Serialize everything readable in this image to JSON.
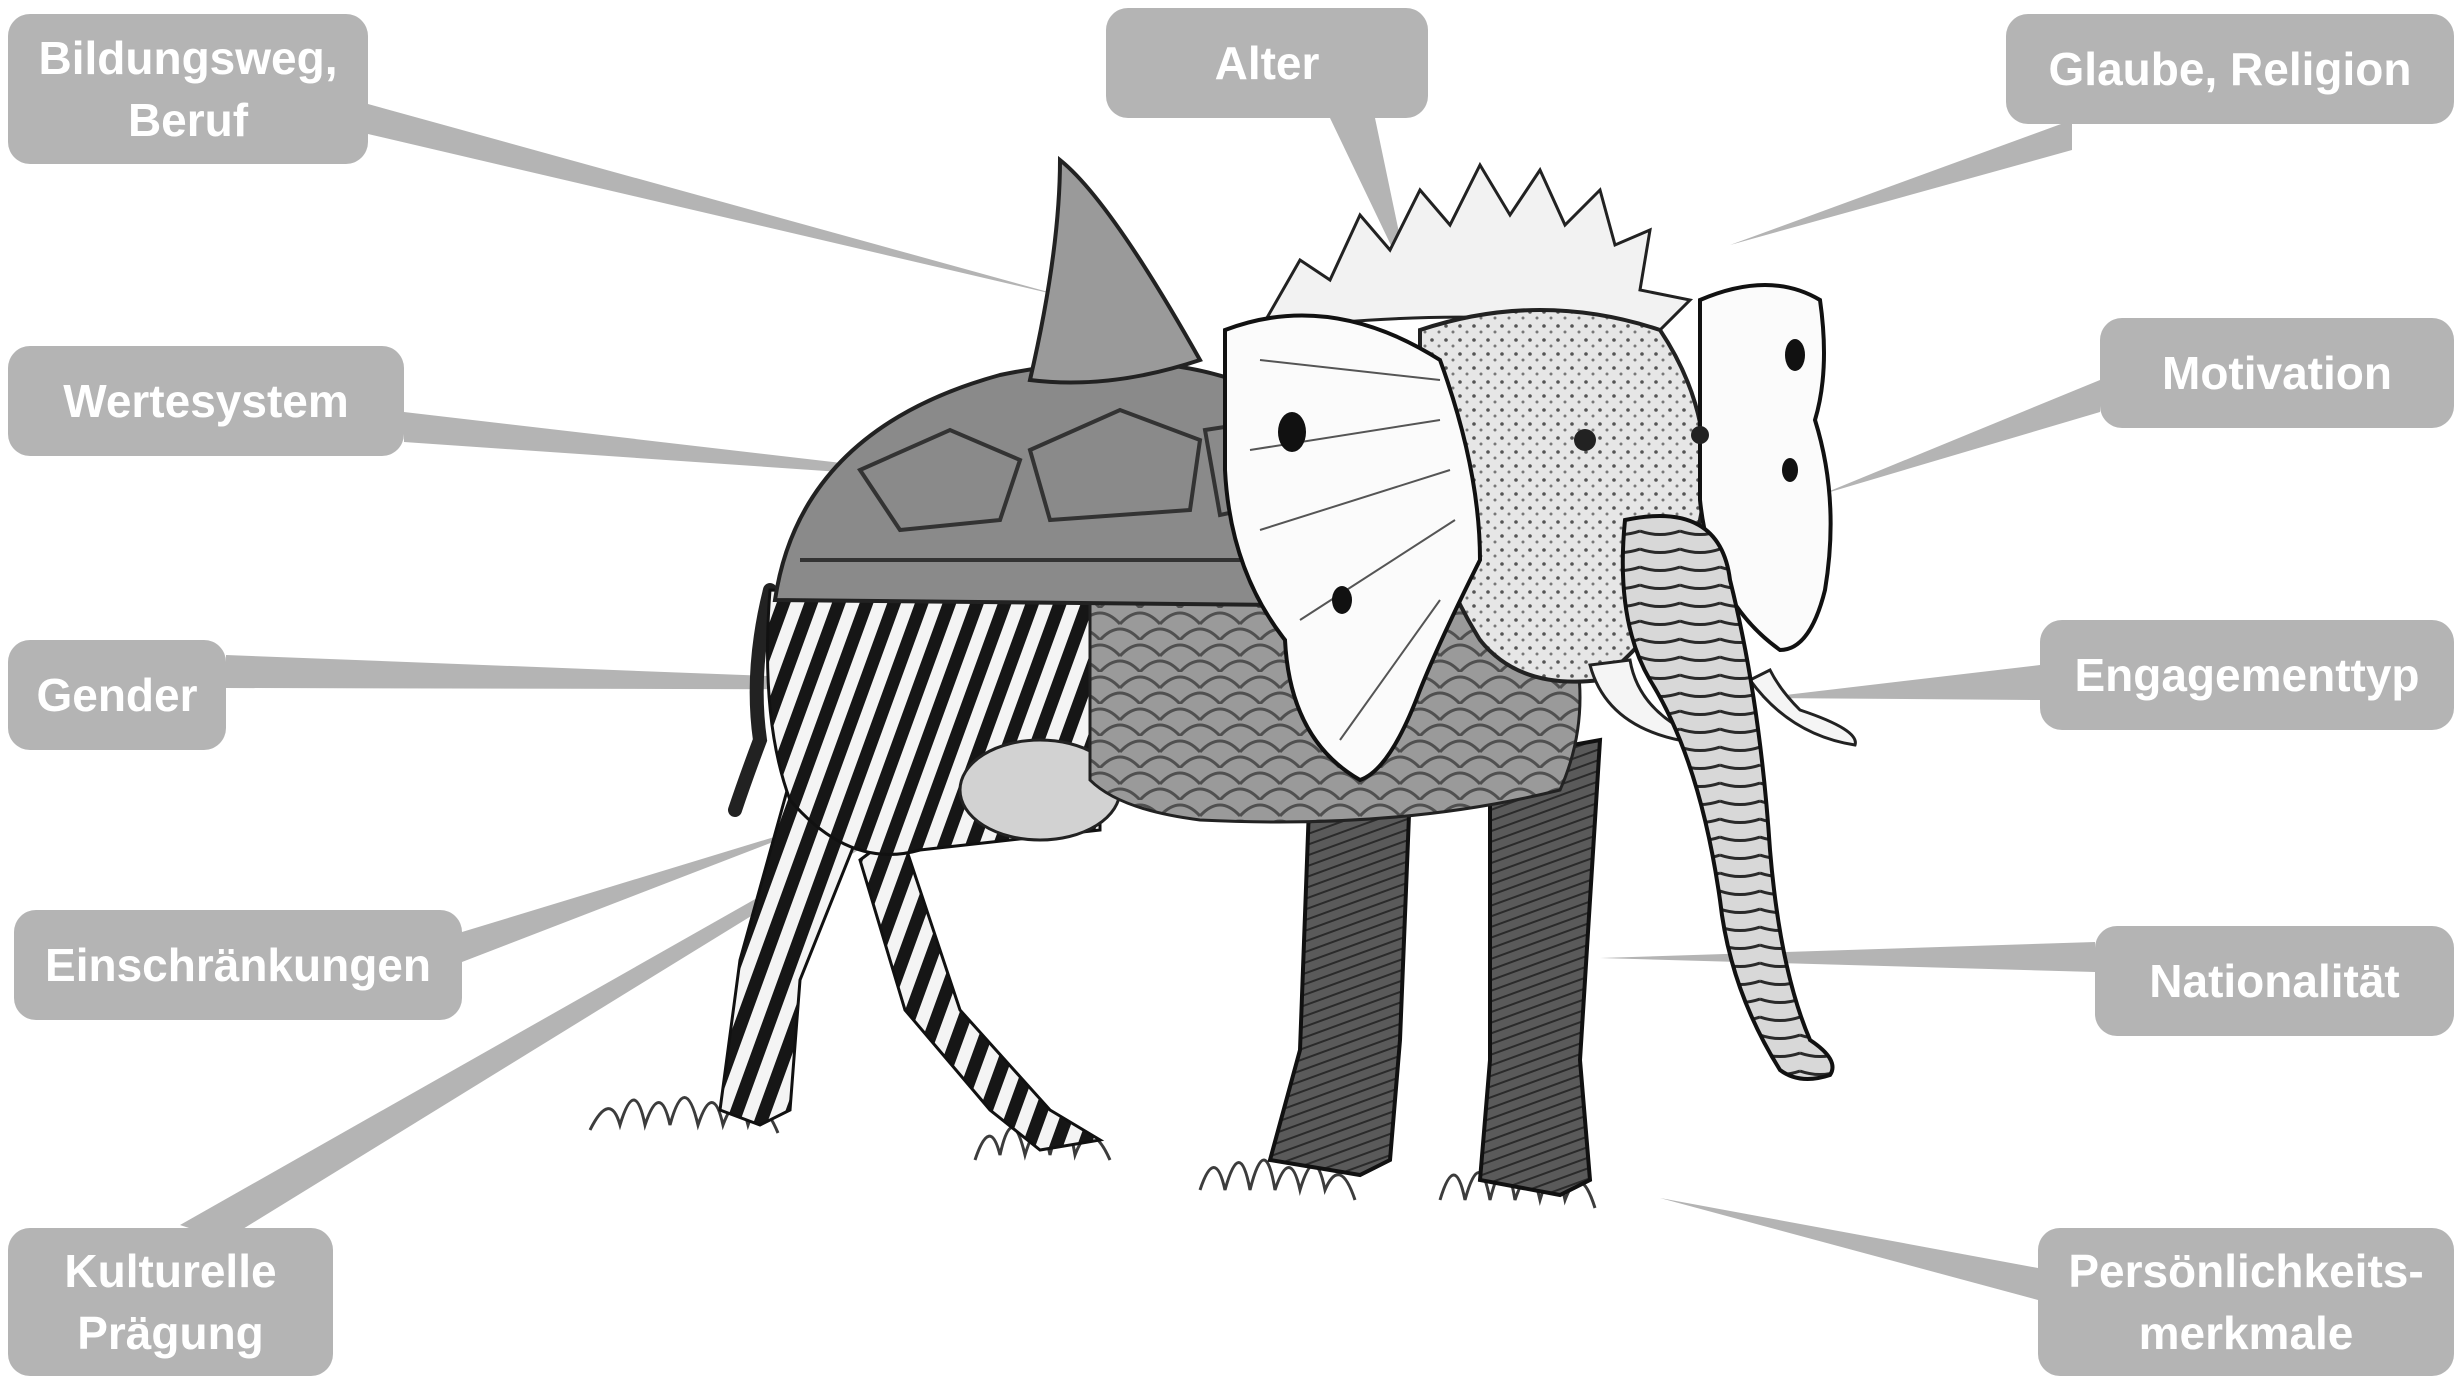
{
  "labels": {
    "bildung": "Bildungsweg,\nBeruf",
    "alter": "Alter",
    "glaube": "Glaube, Religion",
    "werte": "Wertesystem",
    "motivation": "Motivation",
    "gender": "Gender",
    "engagement": "Engagementtyp",
    "einschraenkungen": "Einschränkungen",
    "nationalitaet": "Nationalität",
    "kulturelle": "Kulturelle\nPrägung",
    "persoenlichkeit": "Persönlichkeits-\nmerkmale"
  },
  "colors": {
    "callout": "#b4b4b4",
    "text": "#ffffff",
    "ink": "#1a1a1a",
    "shell": "#8a8a8a",
    "skin": "#6e6e6e",
    "grass": "#3c3c3c"
  }
}
